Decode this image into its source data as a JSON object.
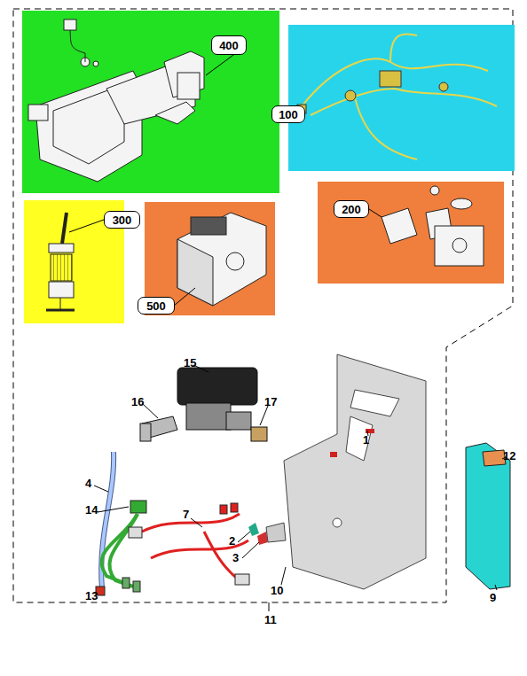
{
  "diagram": {
    "nodes": [
      {
        "text": [
          "400"
        ]
      },
      {
        "text": [
          "100"
        ]
      },
      {
        "text": [
          "200"
        ]
      },
      {
        "text": [
          "300"
        ]
      },
      {
        "text": [
          "500"
        ]
      }
    ],
    "labels": [
      "15",
      "16",
      "17",
      "1",
      "4",
      "14",
      "7",
      "2",
      "3",
      "10",
      "13",
      "11",
      "12",
      "9"
    ]
  }
}
